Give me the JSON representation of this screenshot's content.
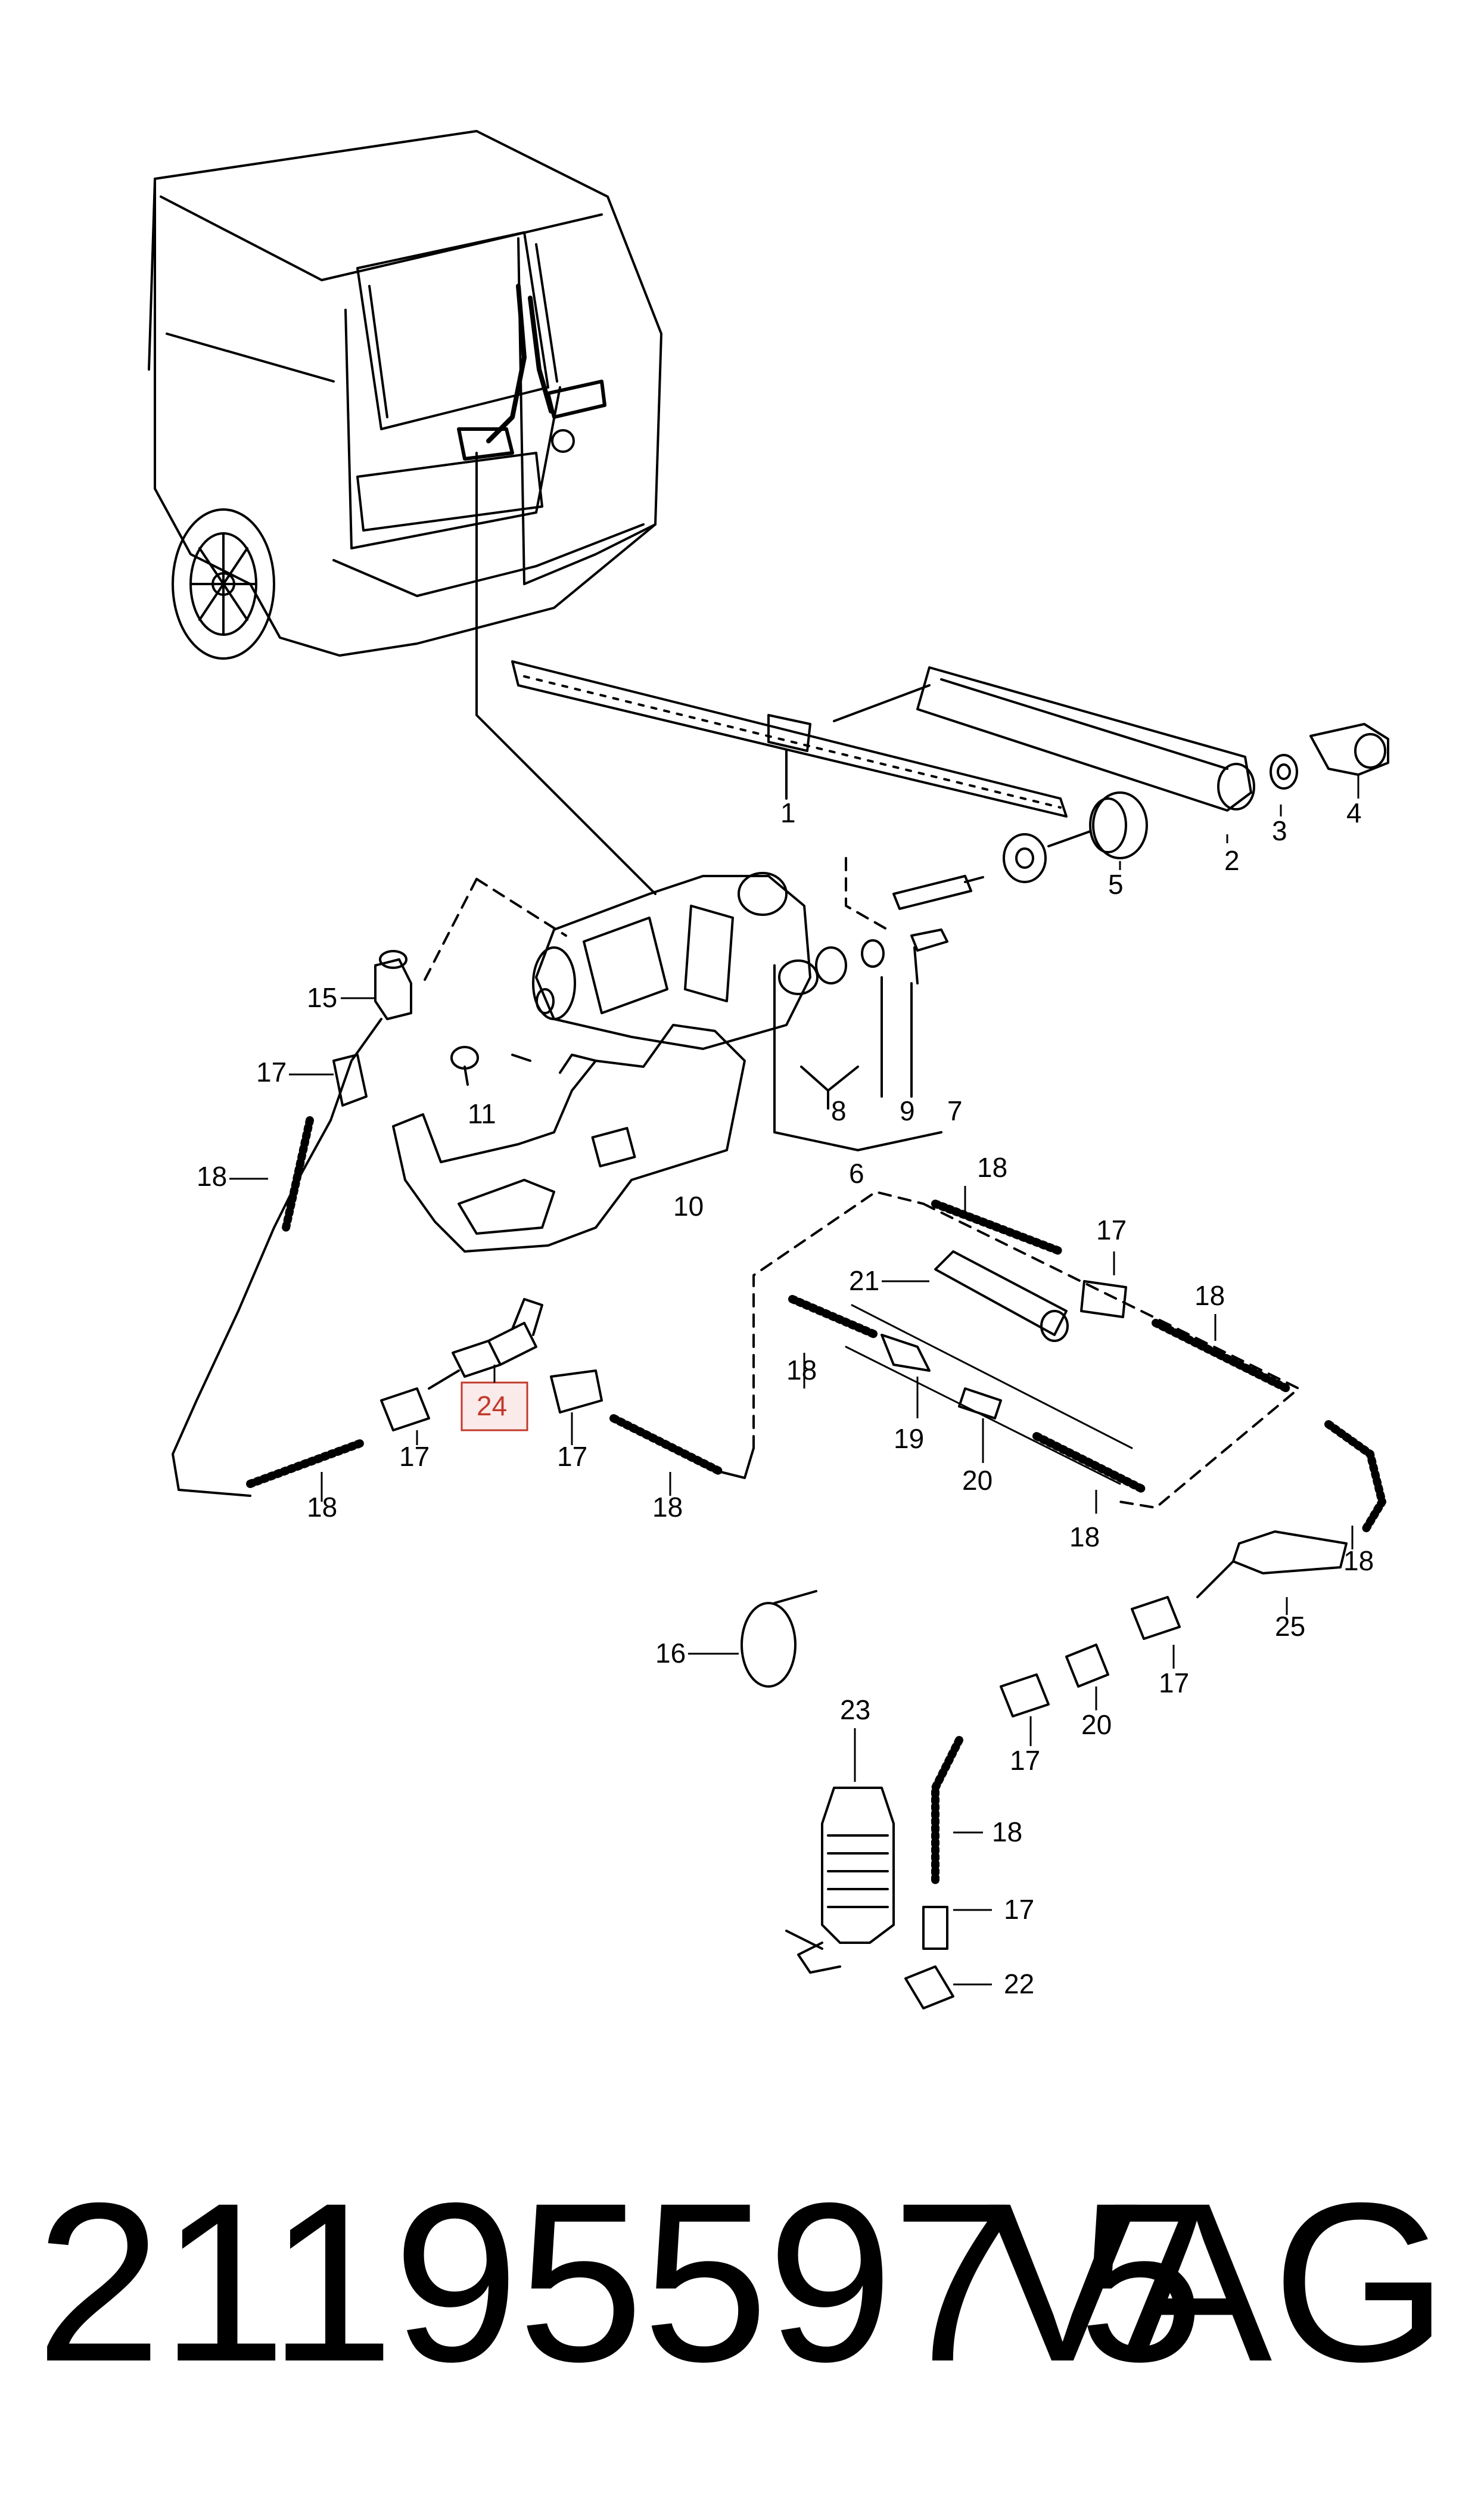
{
  "callouts": {
    "c1": "1",
    "c2": "2",
    "c3": "3",
    "c4": "4",
    "c5": "5",
    "c6": "6",
    "c7": "7",
    "c8": "8",
    "c9": "9",
    "c10": "10",
    "c11": "11",
    "c15": "15",
    "c16": "16",
    "c17a": "17",
    "c17b": "17",
    "c17c": "17",
    "c17d": "17",
    "c17e": "17",
    "c17f": "17",
    "c17g": "17",
    "c18a": "18",
    "c18b": "18",
    "c18c": "18",
    "c18d": "18",
    "c18e": "18",
    "c18f": "18",
    "c18g": "18",
    "c18h": "18",
    "c18i": "18",
    "c19": "19",
    "c20a": "20",
    "c20b": "20",
    "c21": "21",
    "c22": "22",
    "c23": "23",
    "c24": "24",
    "c25": "25"
  },
  "footer": {
    "part_number": "21195597 5",
    "brand": "VAG"
  },
  "colors": {
    "line": "#000000",
    "highlight_border": "#c0392b",
    "highlight_fill": "#fbeaea"
  }
}
